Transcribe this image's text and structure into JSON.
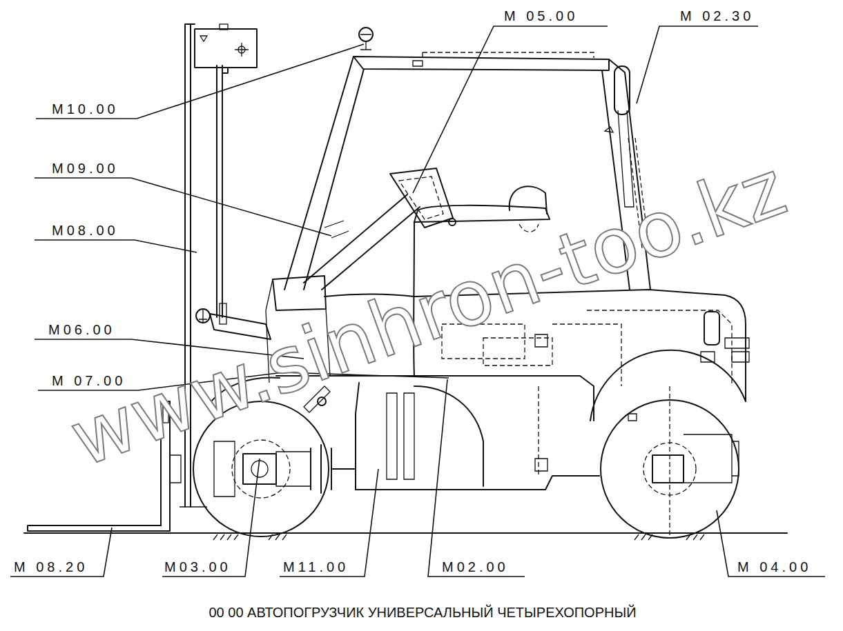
{
  "diagram": {
    "caption": "00 00 АВТОПОГРУЗЧИК УНИВЕРСАЛЬНЫЙ ЧЕТЫРЕХОПОРНЫЙ",
    "labels": [
      "M 05.00",
      "M 02.30",
      "M10.00",
      "M09.00",
      "M08.00",
      "M06.00",
      "M 07.00",
      "www.sinhron-too.kz",
      "M 08.20",
      "M03.00",
      "M11.00",
      "M02.00",
      "M 04.00"
    ]
  }
}
